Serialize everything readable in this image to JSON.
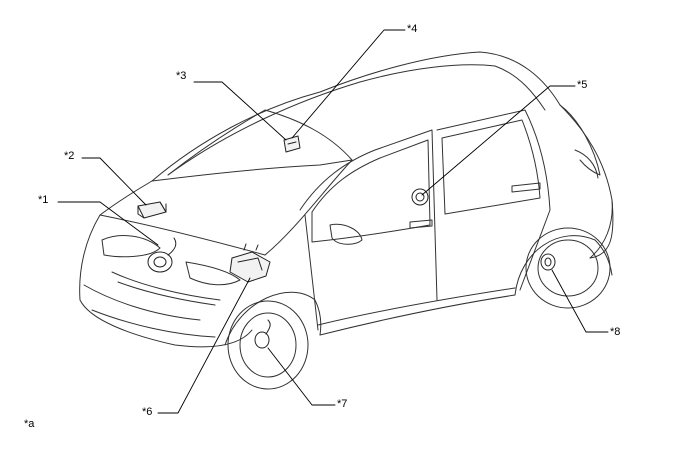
{
  "callouts": {
    "c1": "*1",
    "c2": "*2",
    "c3": "*3",
    "c4": "*4",
    "c5": "*5",
    "c6": "*6",
    "c7": "*7",
    "c8": "*8",
    "ca": "*a"
  },
  "colors": {
    "line": "#333333",
    "leader": "#000000"
  }
}
